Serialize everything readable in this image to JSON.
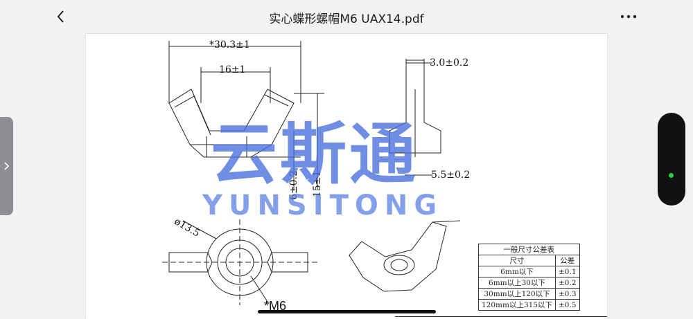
{
  "header": {
    "title": "实心蝶形螺帽M6  UAX14.pdf",
    "back_icon": "chevron-left-icon",
    "more_icon": "more-horizontal-icon"
  },
  "watermark": {
    "cn": "云斯通",
    "en": "YUNSITONG"
  },
  "drawing": {
    "dim_overall": "*30.3±1",
    "dim_inner": "16±1",
    "dim_thickness": "3.0±0.2",
    "dim_base": "5.5±0.2",
    "dim_h1": "6±0.2",
    "dim_h2": "15±1",
    "dim_dia": "ø13.5",
    "thread": "*M6"
  },
  "tolerance_table": {
    "title": "一般尺寸公差表",
    "headers": [
      "尺寸",
      "公差"
    ],
    "rows": [
      [
        "6mm以下",
        "±0.1"
      ],
      [
        "6mm以上30以下",
        "±0.2"
      ],
      [
        "30mm以上120以下",
        "±0.3"
      ],
      [
        "120mm以上315以下",
        "±0.5"
      ]
    ]
  },
  "status": {
    "indicator_color": "#2ecc40"
  }
}
